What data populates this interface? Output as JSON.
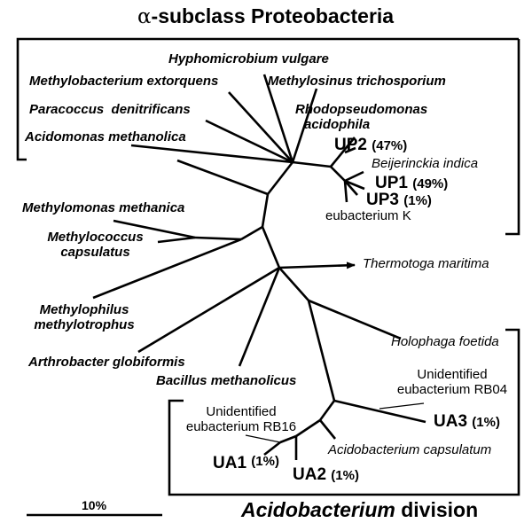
{
  "groups": {
    "alpha": {
      "title_prefix": "α",
      "title_rest": "-subclass Proteobacteria"
    },
    "acido": {
      "title_italic": "Acidobacterium",
      "title_rest": " division"
    }
  },
  "scale_bar": {
    "label": "10%"
  },
  "taxa": {
    "hyphomicrobium": "Hyphomicrobium vulgare",
    "methylobacterium": "Methylobacterium extorquens",
    "methylosinus": "Methylosinus trichosporium",
    "paracoccus": "Paracoccus  denitrificans",
    "rhodopseudomonas_1": "Rhodopseudomonas",
    "rhodopseudomonas_2": "acidophila",
    "acidomonas": "Acidomonas methanolica",
    "beijerinckia": "Beijerinckia indica",
    "eubacterium_k": "eubacterium K",
    "methylomonas": "Methylomonas methanica",
    "methylococcus_1": "Methylococcus",
    "methylococcus_2": "capsulatus",
    "thermotoga": "Thermotoga maritima",
    "methylophilus_1": "Methylophilus",
    "methylophilus_2": "methylotrophus",
    "holophaga": "Holophaga foetida",
    "arthrobacter": "Arthrobacter globiformis",
    "bacillus": "Bacillus methanolicus",
    "rb04_1": "Unidentified",
    "rb04_2": "eubacterium RB04",
    "rb16_1": "Unidentified",
    "rb16_2": "eubacterium RB16",
    "acidobacterium": "Acidobacterium capsulatum"
  },
  "clones": {
    "up2": {
      "name": "UP2",
      "pct": "(47%)"
    },
    "up1": {
      "name": "UP1",
      "pct": "(49%)"
    },
    "up3": {
      "name": "UP3",
      "pct": "(1%)"
    },
    "ua3": {
      "name": "UA3",
      "pct": "(1%)"
    },
    "ua1": {
      "name": "UA1",
      "pct": "(1%)"
    },
    "ua2": {
      "name": "UA2",
      "pct": "(1%)"
    }
  }
}
